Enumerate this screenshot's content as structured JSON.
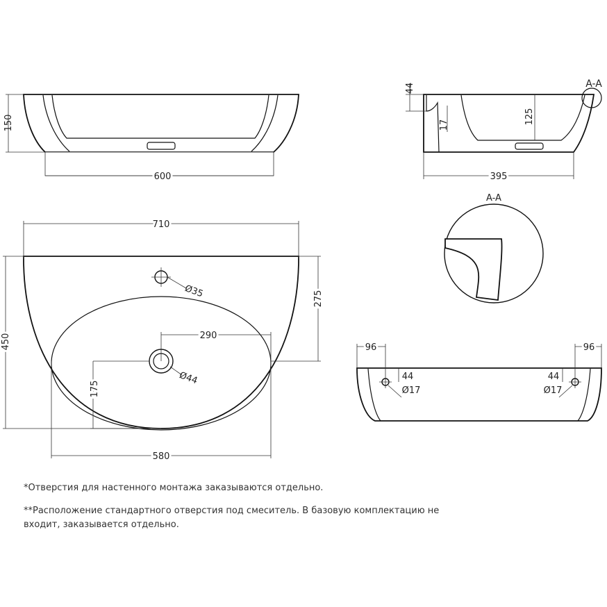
{
  "front_view": {
    "height": "150",
    "width": "600"
  },
  "side_view": {
    "top_thickness": "44",
    "rim": "17",
    "depth": "125",
    "depth_total": "395",
    "section_label": "A-A"
  },
  "detail": {
    "label": "A-A"
  },
  "top_view": {
    "width_total": "710",
    "tap_hole": "Ø35",
    "drain_offset": "290",
    "drain": "Ø44",
    "depth_total": "450",
    "depth_to_drain": "275",
    "drain_from_front": "175",
    "bowl_width": "580"
  },
  "back_view": {
    "left_offset": "96",
    "right_offset": "96",
    "left_hole_height": "44",
    "right_hole_height": "44",
    "left_hole_dia": "Ø17",
    "right_hole_dia": "Ø17"
  },
  "notes": {
    "note1": "*Отверстия для настенного монтажа заказываются отдельно.",
    "note2": "**Расположение стандартного отверстия под смеситель. В базовую комплектацию не входит, заказывается отдельно."
  }
}
